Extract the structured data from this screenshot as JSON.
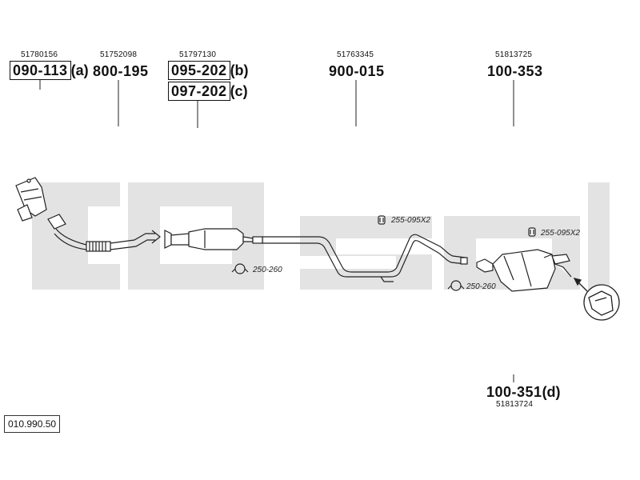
{
  "diagram_ref": "010.990.50",
  "parts": [
    {
      "oe": "51780156",
      "number": "090-113",
      "suffix": "(a)"
    },
    {
      "oe": "51752098",
      "number": "800-195",
      "suffix": ""
    },
    {
      "oe": "51797130",
      "number": "095-202",
      "suffix": "(b)"
    },
    {
      "oe": "",
      "number": "097-202",
      "suffix": "(c)"
    },
    {
      "oe": "51763345",
      "number": "900-015",
      "suffix": ""
    },
    {
      "oe": "51813725",
      "number": "100-353",
      "suffix": ""
    },
    {
      "oe": "51813724",
      "number": "100-351",
      "suffix": "(d)"
    }
  ],
  "fittings": [
    {
      "code": "250-260"
    },
    {
      "code": "255-095X2"
    },
    {
      "code": "250-260"
    },
    {
      "code": "255-095X2"
    }
  ],
  "watermark_color": "#e3e3e3",
  "line_color": "#222222"
}
